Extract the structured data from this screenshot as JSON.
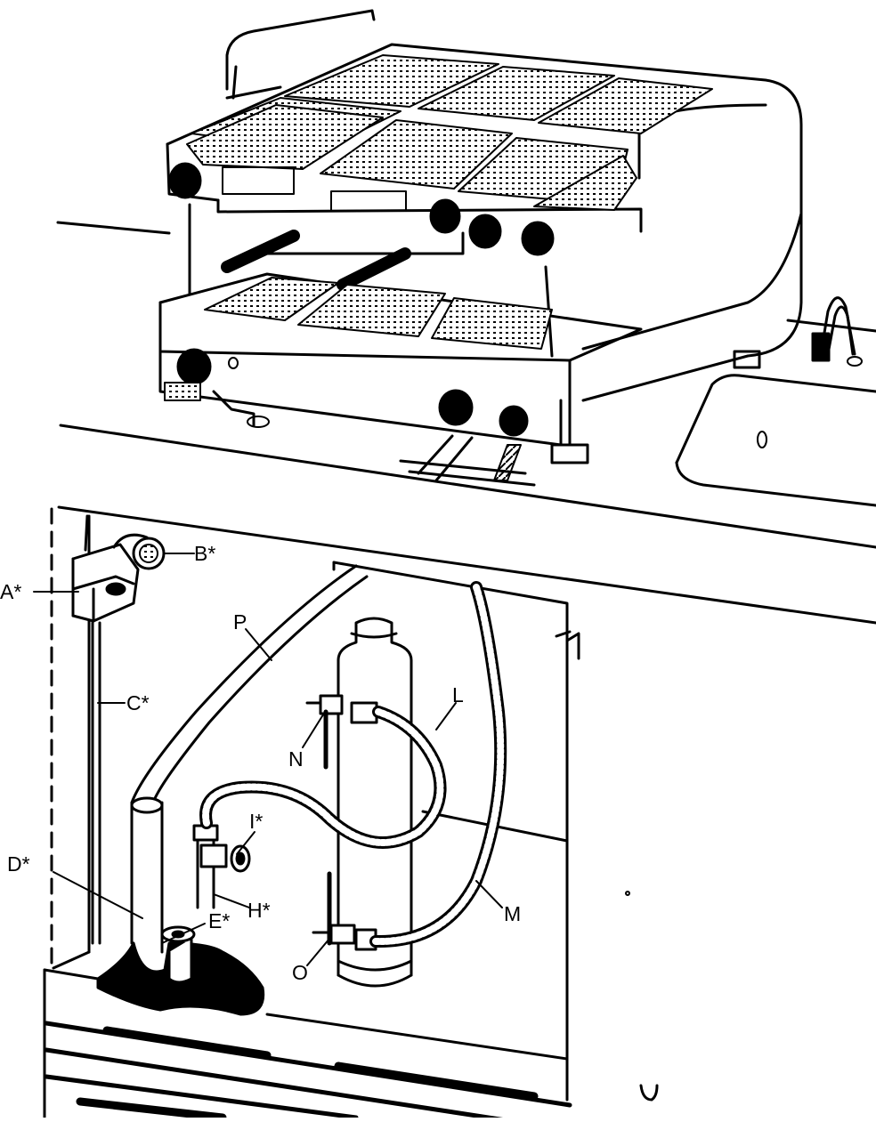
{
  "labels": {
    "A": "A*",
    "B": "B*",
    "C": "C*",
    "D": "D*",
    "E": "E*",
    "H": "H*",
    "I": "I*",
    "L": "L",
    "M": "M",
    "N": "N",
    "O": "O",
    "P": "P"
  },
  "colors": {
    "ink": "#000000",
    "paper": "#ffffff"
  }
}
